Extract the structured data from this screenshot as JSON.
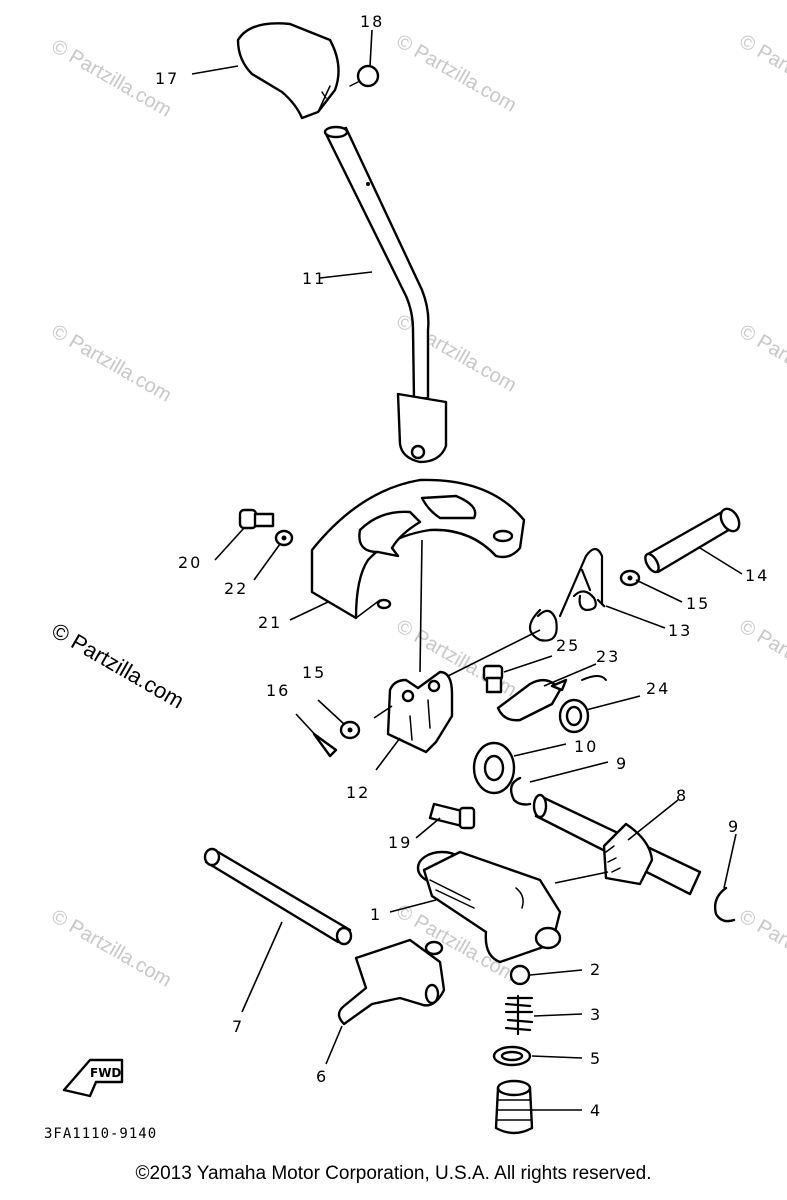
{
  "diagram": {
    "callouts": {
      "c1": "1",
      "c2": "2",
      "c3": "3",
      "c4": "4",
      "c5": "5",
      "c6": "6",
      "c7": "7",
      "c8": "8",
      "c9a": "9",
      "c9b": "9",
      "c10": "10",
      "c11": "11",
      "c12": "12",
      "c13": "13",
      "c14": "14",
      "c15a": "15",
      "c15b": "15",
      "c16": "16",
      "c17": "17",
      "c18": "18",
      "c19": "19",
      "c20": "20",
      "c21": "21",
      "c22": "22",
      "c23": "23",
      "c24": "24",
      "c25": "25"
    },
    "fwd_label": "FWD",
    "drawing_code": "3FA1110-9140"
  },
  "watermark": {
    "text": "© Partzilla.com",
    "prominent_text": "© Partzilla.com"
  },
  "footer": {
    "copyright": "©2013 Yamaha Motor Corporation, U.S.A. All rights reserved."
  }
}
